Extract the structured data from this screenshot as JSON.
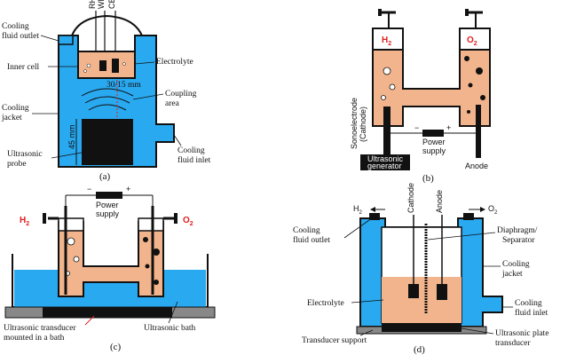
{
  "panel_a": {
    "caption": "(a)",
    "electrodes": [
      "RHE",
      "WE",
      "CE"
    ],
    "labels": {
      "cooling_fluid_outlet_1": "Cooling",
      "cooling_fluid_outlet_2": "fluid outlet",
      "inner_cell": "Inner cell",
      "electrolyte": "Electrolyte",
      "distance": "30/15 mm",
      "coupling_1": "Coupling",
      "coupling_2": "area",
      "cooling_jacket_1": "Cooling",
      "cooling_jacket_2": "jacket",
      "probe_height": "45 mm",
      "ultrasonic_probe_1": "Ultrasonic",
      "ultrasonic_probe_2": "probe",
      "cooling_fluid_inlet_1": "Cooling",
      "cooling_fluid_inlet_2": "fluid inlet"
    }
  },
  "panel_b": {
    "caption": "(b)",
    "h2": "H",
    "o2": "O",
    "sub2": "2",
    "sonoelectrode_1": "Sonoelectrode",
    "sonoelectrode_2": "(Cathode)",
    "power_supply_1": "Power",
    "power_supply_2": "supply",
    "minus": "−",
    "plus": "+",
    "generator_1": "Ultrasonic",
    "generator_2": "generator",
    "anode": "Anode"
  },
  "panel_c": {
    "caption": "(c)",
    "h2": "H",
    "o2": "O",
    "sub2": "2",
    "power_supply_1": "Power",
    "power_supply_2": "supply",
    "minus": "−",
    "plus": "+",
    "transducer_1": "Ultrasonic transducer",
    "transducer_2": "mounted in a bath",
    "bath": "Ultrasonic bath"
  },
  "panel_d": {
    "caption": "(d)",
    "h2": "H",
    "o2": "O",
    "sub2": "2",
    "cathode": "Cathode",
    "anode": "Anode",
    "cooling_fluid_outlet_1": "Cooling",
    "cooling_fluid_outlet_2": "fluid outlet",
    "diaphragm_1": "Diaphragm/",
    "diaphragm_2": "Separator",
    "cooling_jacket_1": "Cooling",
    "cooling_jacket_2": "jacket",
    "electrolyte": "Electrolyte",
    "cooling_fluid_inlet_1": "Cooling",
    "cooling_fluid_inlet_2": "fluid inlet",
    "transducer_support": "Transducer support",
    "plate_transducer_1": "Ultrasonic plate",
    "plate_transducer_2": "transducer"
  },
  "colors": {
    "cooling_blue": "#29a9f0",
    "electrolyte_peach": "#f2b48c",
    "black": "#111111",
    "red": "#e02020"
  }
}
